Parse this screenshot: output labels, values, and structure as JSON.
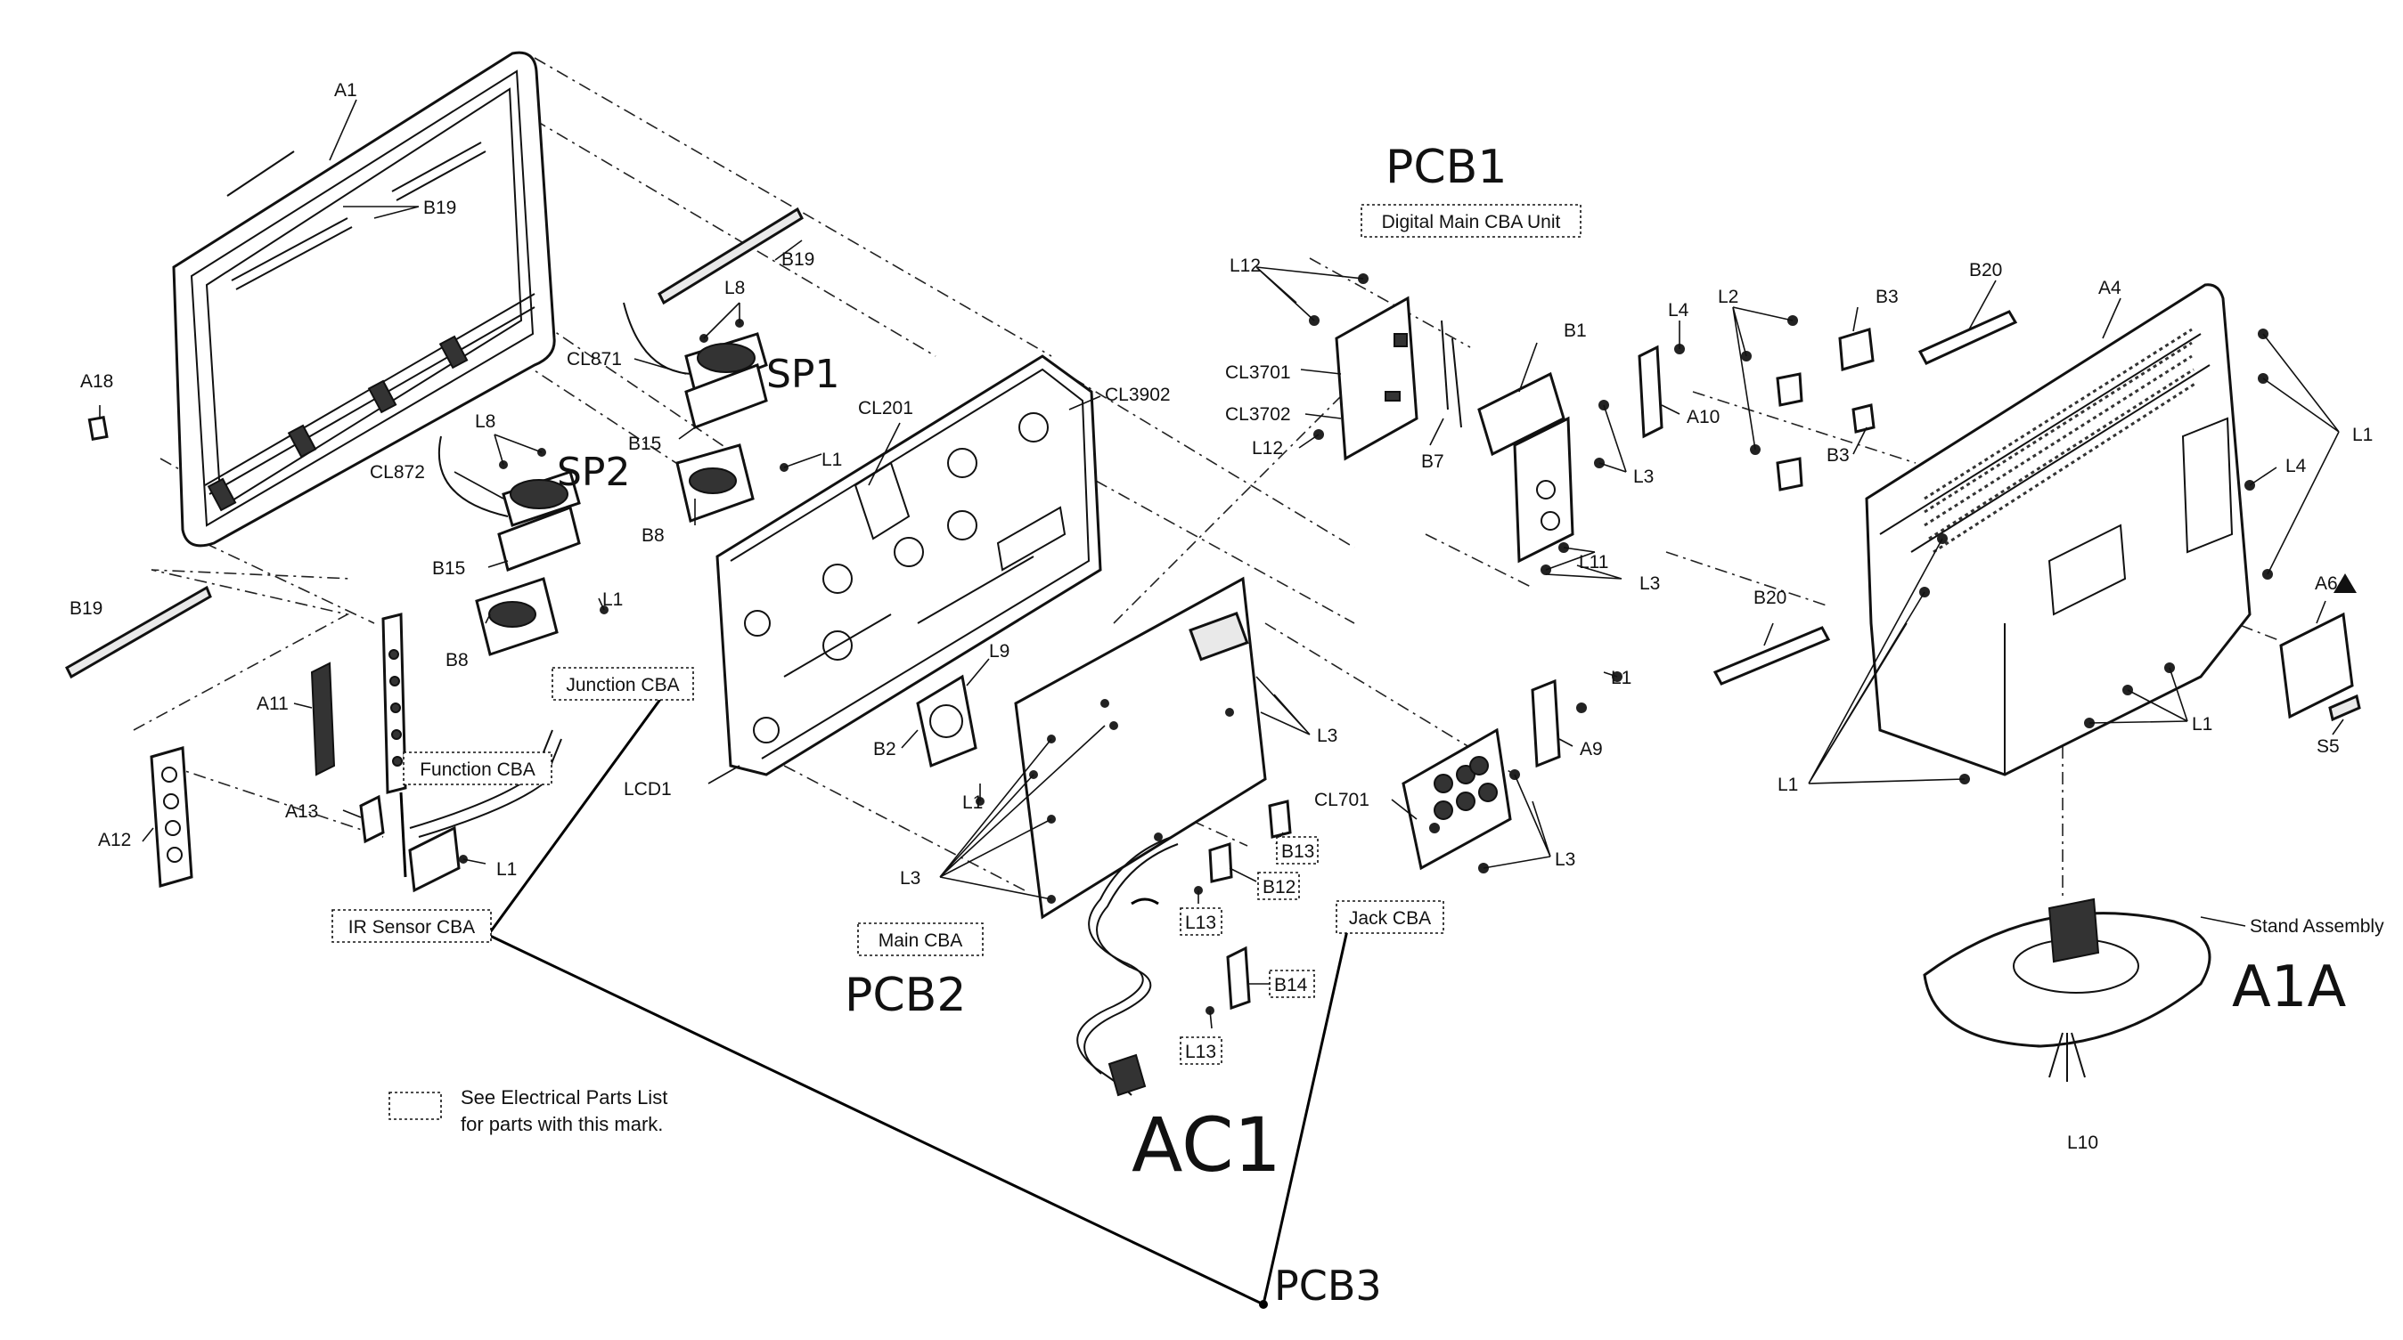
{
  "labels": {
    "a1": "A1",
    "b19_top": "B19",
    "b19_mid": "B19",
    "b19_left": "B19",
    "a18": "A18",
    "l8_top": "L8",
    "l8_mid": "L8",
    "cl871": "CL871",
    "cl872": "CL872",
    "b15_top": "B15",
    "b15_mid": "B15",
    "b8_top": "B8",
    "b8_mid": "B8",
    "l1_spk1": "L1",
    "l1_spk2": "L1",
    "cl201": "CL201",
    "cl3902": "CL3902",
    "lcd1": "LCD1",
    "a11": "A11",
    "a12": "A12",
    "a13": "A13",
    "l1_ir": "L1",
    "b2": "B2",
    "l9": "L9",
    "l1_b2": "L1",
    "l3_main_left": "L3",
    "l3_main_right": "L3",
    "b13": "B13",
    "b12": "B12",
    "l13_top": "L13",
    "b14": "B14",
    "l13_bot": "L13",
    "l12_top": "L12",
    "cl3701": "CL3701",
    "cl3702": "CL3702",
    "l12_bot": "L12",
    "b7": "B7",
    "b1": "B1",
    "l4_mid": "L4",
    "a10": "A10",
    "l3_dig_top": "L3",
    "l11": "L11",
    "l3_dig_bot": "L3",
    "l1_jack": "L1",
    "a9": "A9",
    "cl701": "CL701",
    "l3_jack": "L3",
    "l2": "L2",
    "b3_top": "B3",
    "b3_bot": "B3",
    "b20_top": "B20",
    "a4": "A4",
    "l1_rear_top": "L1",
    "l4_rear": "L4",
    "a6": "A6",
    "b20_left": "B20",
    "l1_rear_mid": "L1",
    "l1_rear_bot": "L1",
    "s5": "S5",
    "stand_assembly": "Stand Assembly",
    "l10": "L10"
  },
  "boxes": {
    "digital_main_cba": "Digital Main CBA Unit",
    "junction_cba": "Junction CBA",
    "function_cba": "Function CBA",
    "ir_sensor_cba": "IR Sensor CBA",
    "main_cba": "Main CBA",
    "jack_cba": "Jack CBA"
  },
  "handwritten": {
    "pcb1": "PCB1",
    "sp1": "SP1",
    "sp2": "SP2",
    "pcb2": "PCB2",
    "ac1": "AC1",
    "pcb3": "PCB3",
    "a1a": "A1A"
  },
  "legend": {
    "line1": "See Electrical Parts List",
    "line2": "for parts with this mark."
  }
}
